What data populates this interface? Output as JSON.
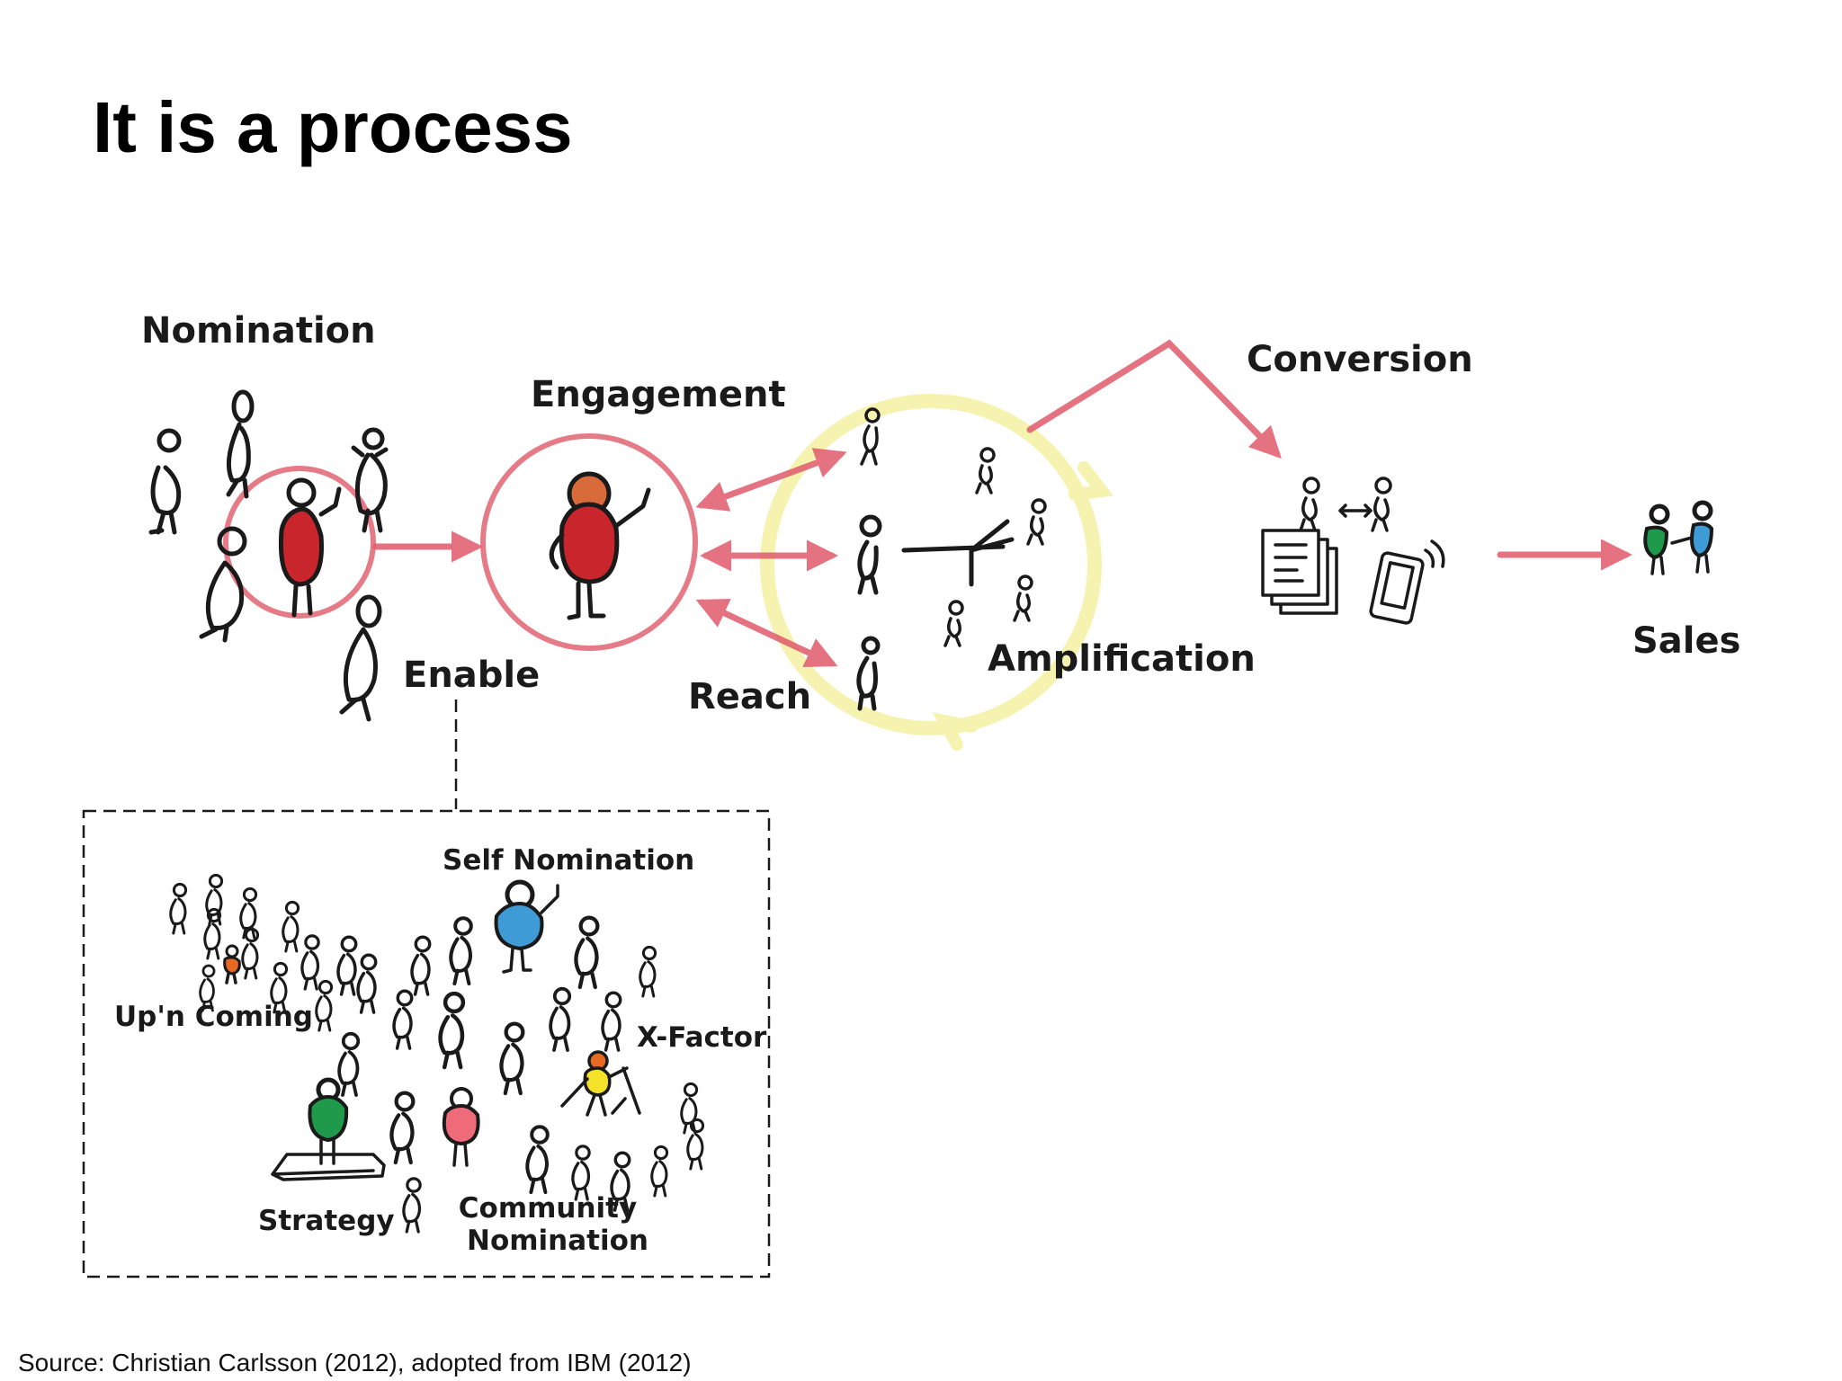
{
  "slide": {
    "title": "It is a process",
    "source": "Source: Christian Carlsson (2012), adopted from IBM (2012)"
  },
  "diagram": {
    "stages": {
      "nomination": "Nomination",
      "engagement": "Engagement",
      "enable": "Enable",
      "reach": "Reach",
      "amplification": "Amplification",
      "conversion": "Conversion",
      "sales": "Sales"
    },
    "enable_detail": {
      "self_nomination": "Self Nomination",
      "up_n_coming": "Up'n Coming",
      "x_factor": "X-Factor",
      "strategy": "Strategy",
      "community_nomination_line1": "Community",
      "community_nomination_line2": "Nomination"
    },
    "colors": {
      "arrow_red": "#e05a6a",
      "circle_yellow": "#f6f2b0",
      "figure_red": "#c8252c",
      "figure_blue": "#3f9bd6",
      "figure_green": "#1e9a4a",
      "figure_pink": "#f06b7a",
      "figure_yellow": "#f3e12a",
      "figure_orange": "#e86a22",
      "ink": "#1a1a1a"
    }
  }
}
